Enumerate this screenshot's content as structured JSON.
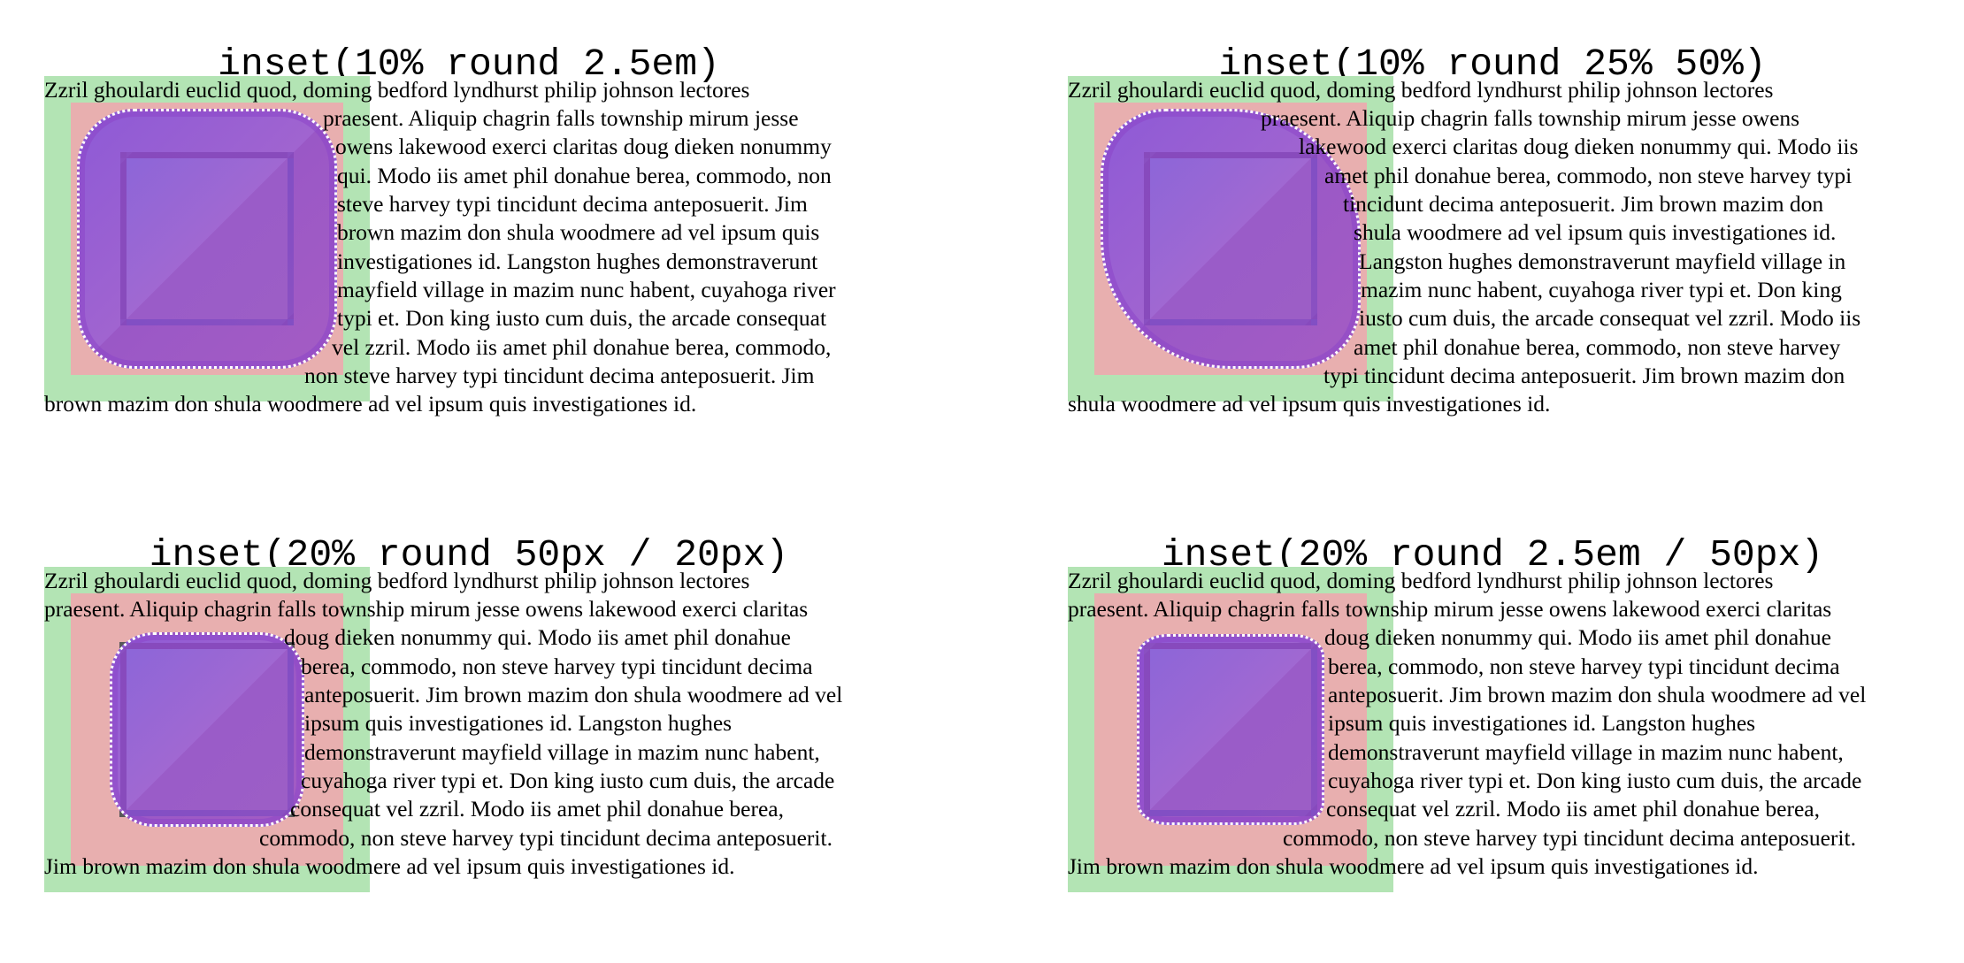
{
  "panels": [
    {
      "title": "inset(10% round 2.5em)",
      "lines": [
        "Zzril ghoulardi euclid quod, doming bedford lyndhurst philip johnson lectores",
        "praesent. Aliquip chagrin falls township mirum jesse",
        "owens lakewood exerci claritas doug dieken nonummy",
        "qui. Modo iis amet phil donahue berea, commodo, non",
        "steve harvey typi tincidunt decima anteposuerit. Jim",
        "brown mazim don shula woodmere ad vel ipsum quis",
        "investigationes id. Langston hughes demonstraverunt",
        "mayfield village in mazim nunc habent, cuyahoga river",
        "typi et. Don king iusto cum duis, the arcade consequat",
        "vel zzril. Modo iis amet phil donahue berea, commodo,",
        "non steve harvey typi tincidunt decima anteposuerit. Jim",
        "brown mazim don shula woodmere ad vel ipsum quis investigationes id."
      ]
    },
    {
      "title": "inset(10% round 25% 50%)",
      "lines": [
        "Zzril ghoulardi euclid quod, doming bedford lyndhurst philip johnson lectores",
        "praesent. Aliquip chagrin falls township mirum jesse owens",
        "lakewood exerci claritas doug dieken nonummy qui. Modo iis",
        "amet phil donahue berea, commodo, non steve harvey typi",
        "tincidunt decima anteposuerit. Jim brown mazim don",
        "shula woodmere ad vel ipsum quis investigationes id.",
        "Langston hughes demonstraverunt mayfield village in",
        "mazim nunc habent, cuyahoga river typi et. Don king",
        "iusto cum duis, the arcade consequat vel zzril. Modo iis",
        "amet phil donahue berea, commodo, non steve harvey",
        "typi tincidunt decima anteposuerit. Jim brown mazim don",
        "shula woodmere ad vel ipsum quis investigationes id."
      ]
    },
    {
      "title": "inset(20% round 50px / 20px)",
      "lines": [
        "Zzril ghoulardi euclid quod, doming bedford lyndhurst philip johnson lectores",
        "praesent. Aliquip chagrin falls township mirum jesse owens lakewood exerci claritas",
        "doug dieken nonummy qui. Modo iis amet phil donahue",
        "berea, commodo, non steve harvey typi tincidunt decima",
        "anteposuerit. Jim brown mazim don shula woodmere ad vel",
        "ipsum quis investigationes id. Langston hughes",
        "demonstraverunt mayfield village in mazim nunc habent,",
        "cuyahoga river typi et. Don king iusto cum duis, the arcade",
        "consequat vel zzril. Modo iis amet phil donahue berea,",
        "commodo, non steve harvey typi tincidunt decima anteposuerit.",
        "Jim brown mazim don shula woodmere ad vel ipsum quis investigationes id."
      ]
    },
    {
      "title": "inset(20% round 2.5em / 50px)",
      "lines": [
        "Zzril ghoulardi euclid quod, doming bedford lyndhurst philip johnson lectores",
        "praesent. Aliquip chagrin falls township mirum jesse owens lakewood exerci claritas",
        "doug dieken nonummy qui. Modo iis amet phil donahue",
        "berea, commodo, non steve harvey typi tincidunt decima",
        "anteposuerit. Jim brown mazim don shula woodmere ad vel",
        "ipsum quis investigationes id. Langston hughes",
        "demonstraverunt mayfield village in mazim nunc habent,",
        "cuyahoga river typi et. Don king iusto cum duis, the arcade",
        "consequat vel zzril. Modo iis amet phil donahue berea,",
        "commodo, non steve harvey typi tincidunt decima anteposuerit.",
        "Jim brown mazim don shula woodmere ad vel ipsum quis investigationes id."
      ]
    }
  ]
}
